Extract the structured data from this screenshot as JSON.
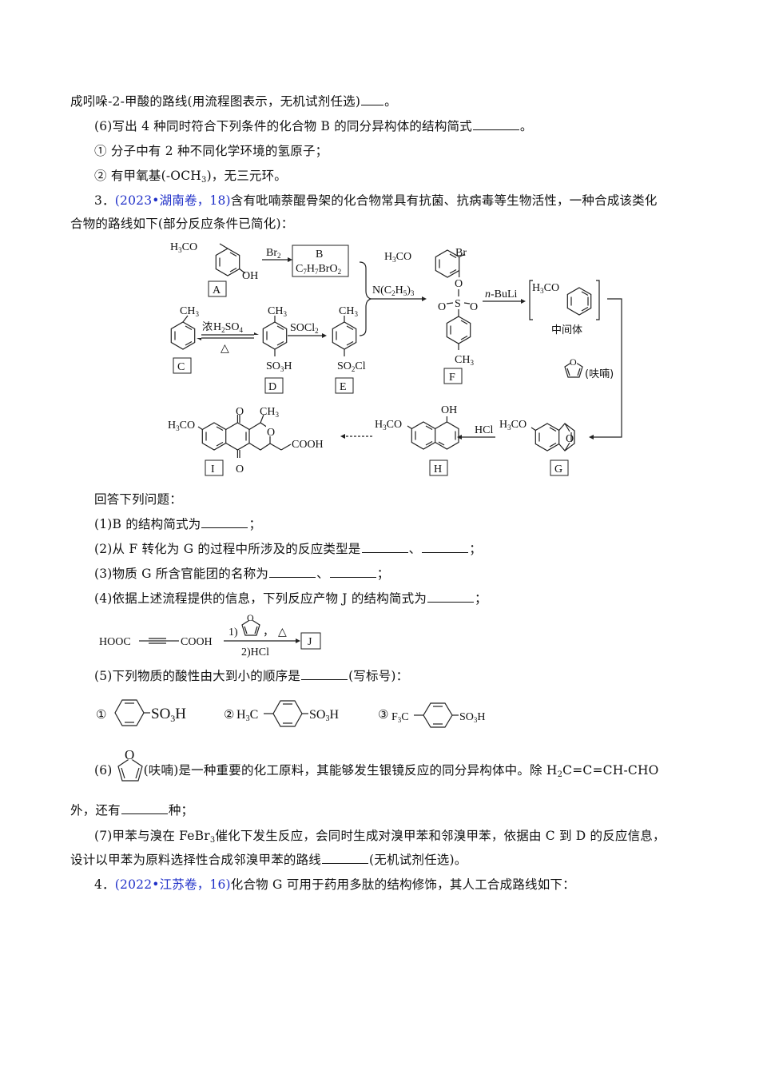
{
  "page": {
    "continued_text": "成吲哚-2-甲酸的路线(用流程图表示，无机试剂任选)",
    "continued_end": "。",
    "q6_prev": {
      "prompt": "(6)写出 4 种同时符合下列条件的化合物 B 的同分异构体的结构简式",
      "end": "。",
      "cond1": "① 分子中有 2 种不同化学环境的氢原子；",
      "cond2_pre": "② 有甲氧基(-OCH",
      "cond2_sub": "3",
      "cond2_post": ")，无三元环。"
    },
    "problem3": {
      "number": "3．",
      "citation": "(2023•湖南卷，18)",
      "intro_line1": "含有吡喃萘醌骨架的化合物常具有抗菌、抗病毒等生物活性，一种合成该类化",
      "intro_line2": "合物的路线如下(部分反应条件已简化)：",
      "scheme": {
        "labels": {
          "A": "A",
          "B": "B",
          "C": "C",
          "D": "D",
          "E": "E",
          "F": "F",
          "G": "G",
          "H": "H",
          "I": "I"
        },
        "B_formula": "C7H7BrO2",
        "reagents": {
          "br2": "Br2",
          "h2so4": "浓H2SO4",
          "heat": "△",
          "socl2": "SOCl2",
          "net3": "N(C2H5)3",
          "nbuli": "n-BuLi",
          "furan_note": "(呋喃)",
          "hcl": "HCl"
        },
        "intermediate_label": "中间体",
        "groups": {
          "h3co": "H3CO",
          "oh": "OH",
          "ch3": "CH3",
          "so3h": "SO3H",
          "so2cl": "SO2Cl",
          "br": "Br",
          "cooh": "COOH",
          "o": "O",
          "s": "S"
        }
      },
      "answer_prompt": "回答下列问题：",
      "questions": [
        {
          "id": "q1",
          "text": "(1)B 的结构简式为",
          "end": "；"
        },
        {
          "id": "q2",
          "text": "(2)从 F 转化为 G 的过程中所涉及的反应类型是",
          "sep": "、",
          "end": "；"
        },
        {
          "id": "q3",
          "text": "(3)物质 G 所含官能团的名称为",
          "sep": "、",
          "end": "；"
        },
        {
          "id": "q4",
          "text": "(4)依据上述流程提供的信息，下列反应产物 J 的结构简式为",
          "end": "；"
        },
        {
          "id": "q5",
          "text": "(5)下列物质的酸性由大到小的顺序是",
          "end": "(写标号)："
        },
        {
          "id": "q6",
          "text_pre": "(6)",
          "text_post": "(呋喃)是一种重要的化工原料，其能够发生银镜反应的同分异构体中。除 H",
          "sub": "2",
          "text_tail": "C=C=CH-CHO",
          "line2_pre": "外，还有",
          "line2_post": "种；"
        },
        {
          "id": "q7",
          "line1_pre": "(7)甲苯与溴在 FeBr",
          "line1_sub": "3",
          "line1_post": "催化下发生反应，会同时生成对溴甲苯和邻溴甲苯，依据由 C 到 D 的反应信息，",
          "line2_pre": "设计以甲苯为原料选择性合成邻溴甲苯的路线",
          "line2_post": "(无机试剂任选)。"
        }
      ],
      "q4_reaction": {
        "reactant_left": "HOOC",
        "reactant_right": "COOH",
        "step1": "1)",
        "step1_tail": "，△",
        "step2": "2)HCl",
        "product": "J"
      },
      "q5_options": [
        {
          "mark": "①",
          "left": "",
          "right": "SO3H"
        },
        {
          "mark": "②",
          "left": "H3C",
          "right": "SO3H"
        },
        {
          "mark": "③",
          "left": "F3C",
          "right": "SO3H"
        }
      ]
    },
    "problem4": {
      "number": "4．",
      "citation": "(2022•江苏卷，16)",
      "intro": "化合物 G 可用于药用多肽的结构修饰，其人工合成路线如下："
    },
    "colors": {
      "citation": "#1f2fc8",
      "text": "#111111"
    }
  }
}
